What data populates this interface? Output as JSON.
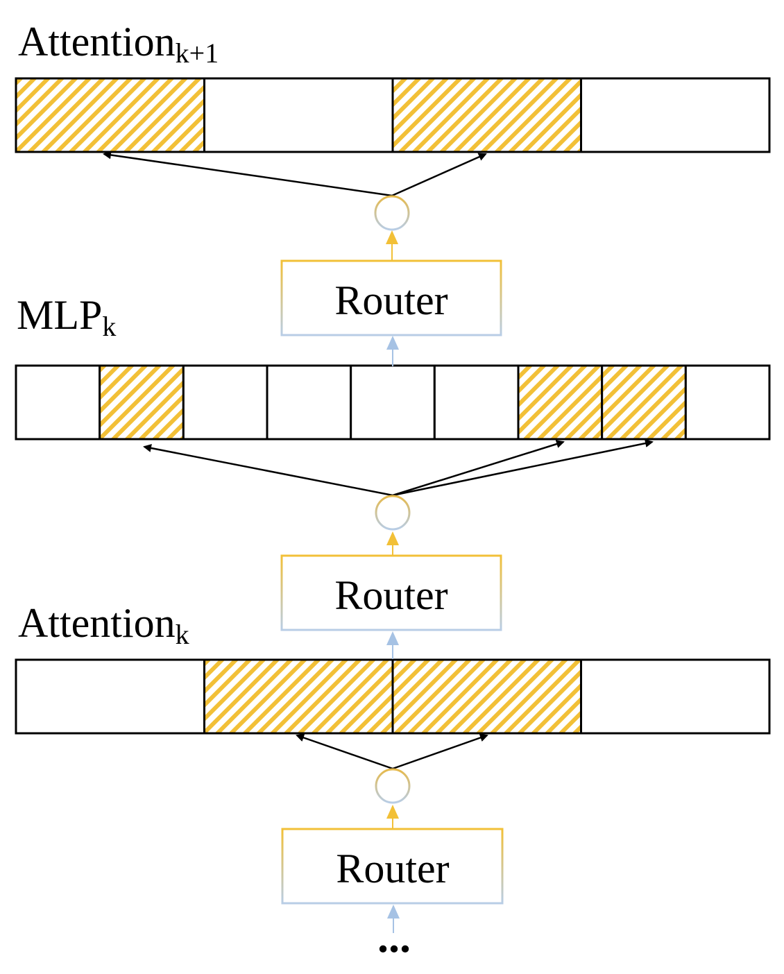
{
  "diagram": {
    "layers": [
      {
        "id": "attention-k1",
        "label_main": "Attention",
        "label_sub": "k+1",
        "cells": [
          true,
          false,
          true,
          false
        ],
        "router_label": "Router"
      },
      {
        "id": "mlp-k",
        "label_main": "MLP",
        "label_sub": "k",
        "cells": [
          false,
          true,
          false,
          false,
          false,
          false,
          true,
          true,
          false
        ],
        "router_label": "Router"
      },
      {
        "id": "attention-k",
        "label_main": "Attention",
        "label_sub": "k",
        "cells": [
          false,
          true,
          true,
          false
        ],
        "router_label": "Router"
      }
    ],
    "continuation": "...",
    "colors": {
      "selected_hatch": "#f2c037",
      "router_border_top": "#f2c037",
      "router_border_bottom": "#b8cde6",
      "flow_arrow_yellow": "#f2c037",
      "flow_arrow_blue": "#a6c2e4",
      "cell_border": "#000000"
    }
  }
}
